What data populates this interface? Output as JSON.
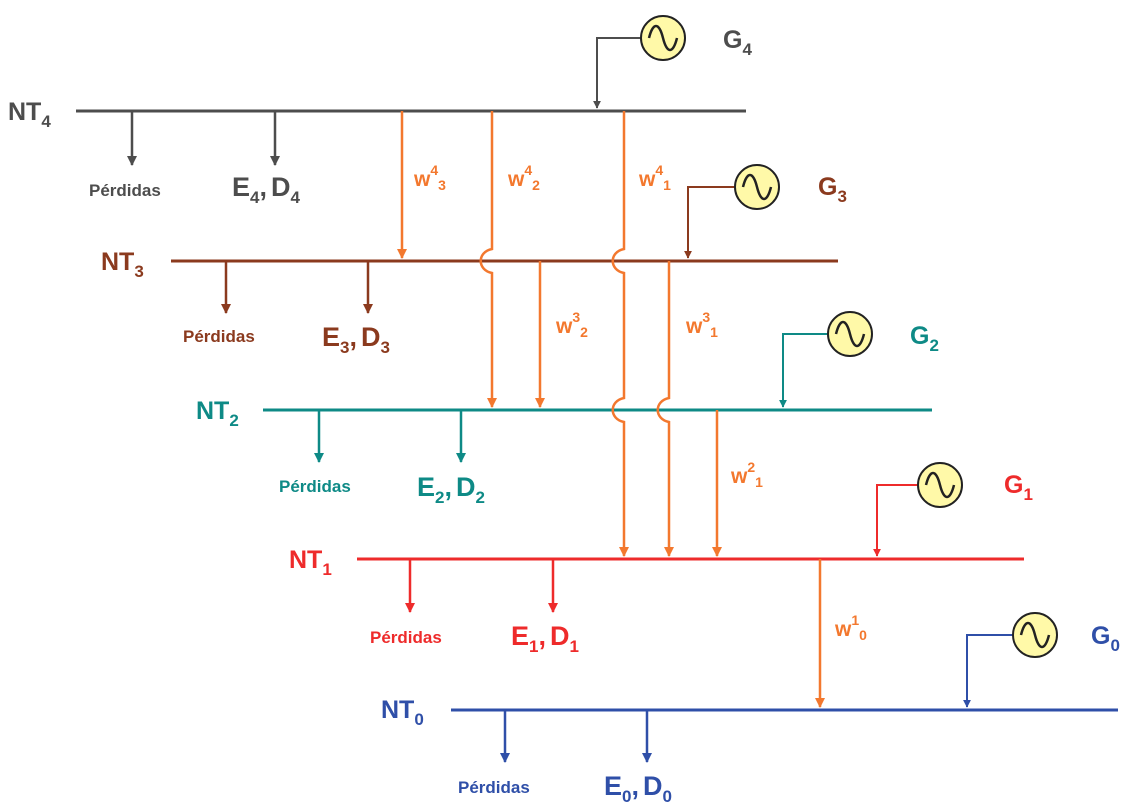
{
  "colors": {
    "level4": "#4d4d4d",
    "level3": "#8b3a1e",
    "level2": "#0e8a86",
    "level1": "#ee2b2b",
    "level0": "#2f4fa8",
    "flow": "#f3782e",
    "generator_fill": "#fff9a8",
    "generator_stroke": "#222222"
  },
  "levels": [
    {
      "id": "4",
      "label": "NT",
      "sub": "4",
      "generator_label": "G",
      "generator_sub": "4",
      "losses_label": "Pérdidas",
      "demand_e": "E",
      "demand_d": "D",
      "demand_sub": "4"
    },
    {
      "id": "3",
      "label": "NT",
      "sub": "3",
      "generator_label": "G",
      "generator_sub": "3",
      "losses_label": "Pérdidas",
      "demand_e": "E",
      "demand_d": "D",
      "demand_sub": "3"
    },
    {
      "id": "2",
      "label": "NT",
      "sub": "2",
      "generator_label": "G",
      "generator_sub": "2",
      "losses_label": "Pérdidas",
      "demand_e": "E",
      "demand_d": "D",
      "demand_sub": "2"
    },
    {
      "id": "1",
      "label": "NT",
      "sub": "1",
      "generator_label": "G",
      "generator_sub": "1",
      "losses_label": "Pérdidas",
      "demand_e": "E",
      "demand_d": "D",
      "demand_sub": "1"
    },
    {
      "id": "0",
      "label": "NT",
      "sub": "0",
      "generator_label": "G",
      "generator_sub": "0",
      "losses_label": "Pérdidas",
      "demand_e": "E",
      "demand_d": "D",
      "demand_sub": "0"
    }
  ],
  "flows": [
    {
      "id": "w43",
      "base": "w",
      "sup": "4",
      "sub": "3"
    },
    {
      "id": "w42",
      "base": "w",
      "sup": "4",
      "sub": "2"
    },
    {
      "id": "w41",
      "base": "w",
      "sup": "4",
      "sub": "1"
    },
    {
      "id": "w32",
      "base": "w",
      "sup": "3",
      "sub": "2"
    },
    {
      "id": "w31",
      "base": "w",
      "sup": "3",
      "sub": "1"
    },
    {
      "id": "w21",
      "base": "w",
      "sup": "2",
      "sub": "1"
    },
    {
      "id": "w10",
      "base": "w",
      "sup": "1",
      "sub": "0"
    }
  ],
  "separator": ","
}
